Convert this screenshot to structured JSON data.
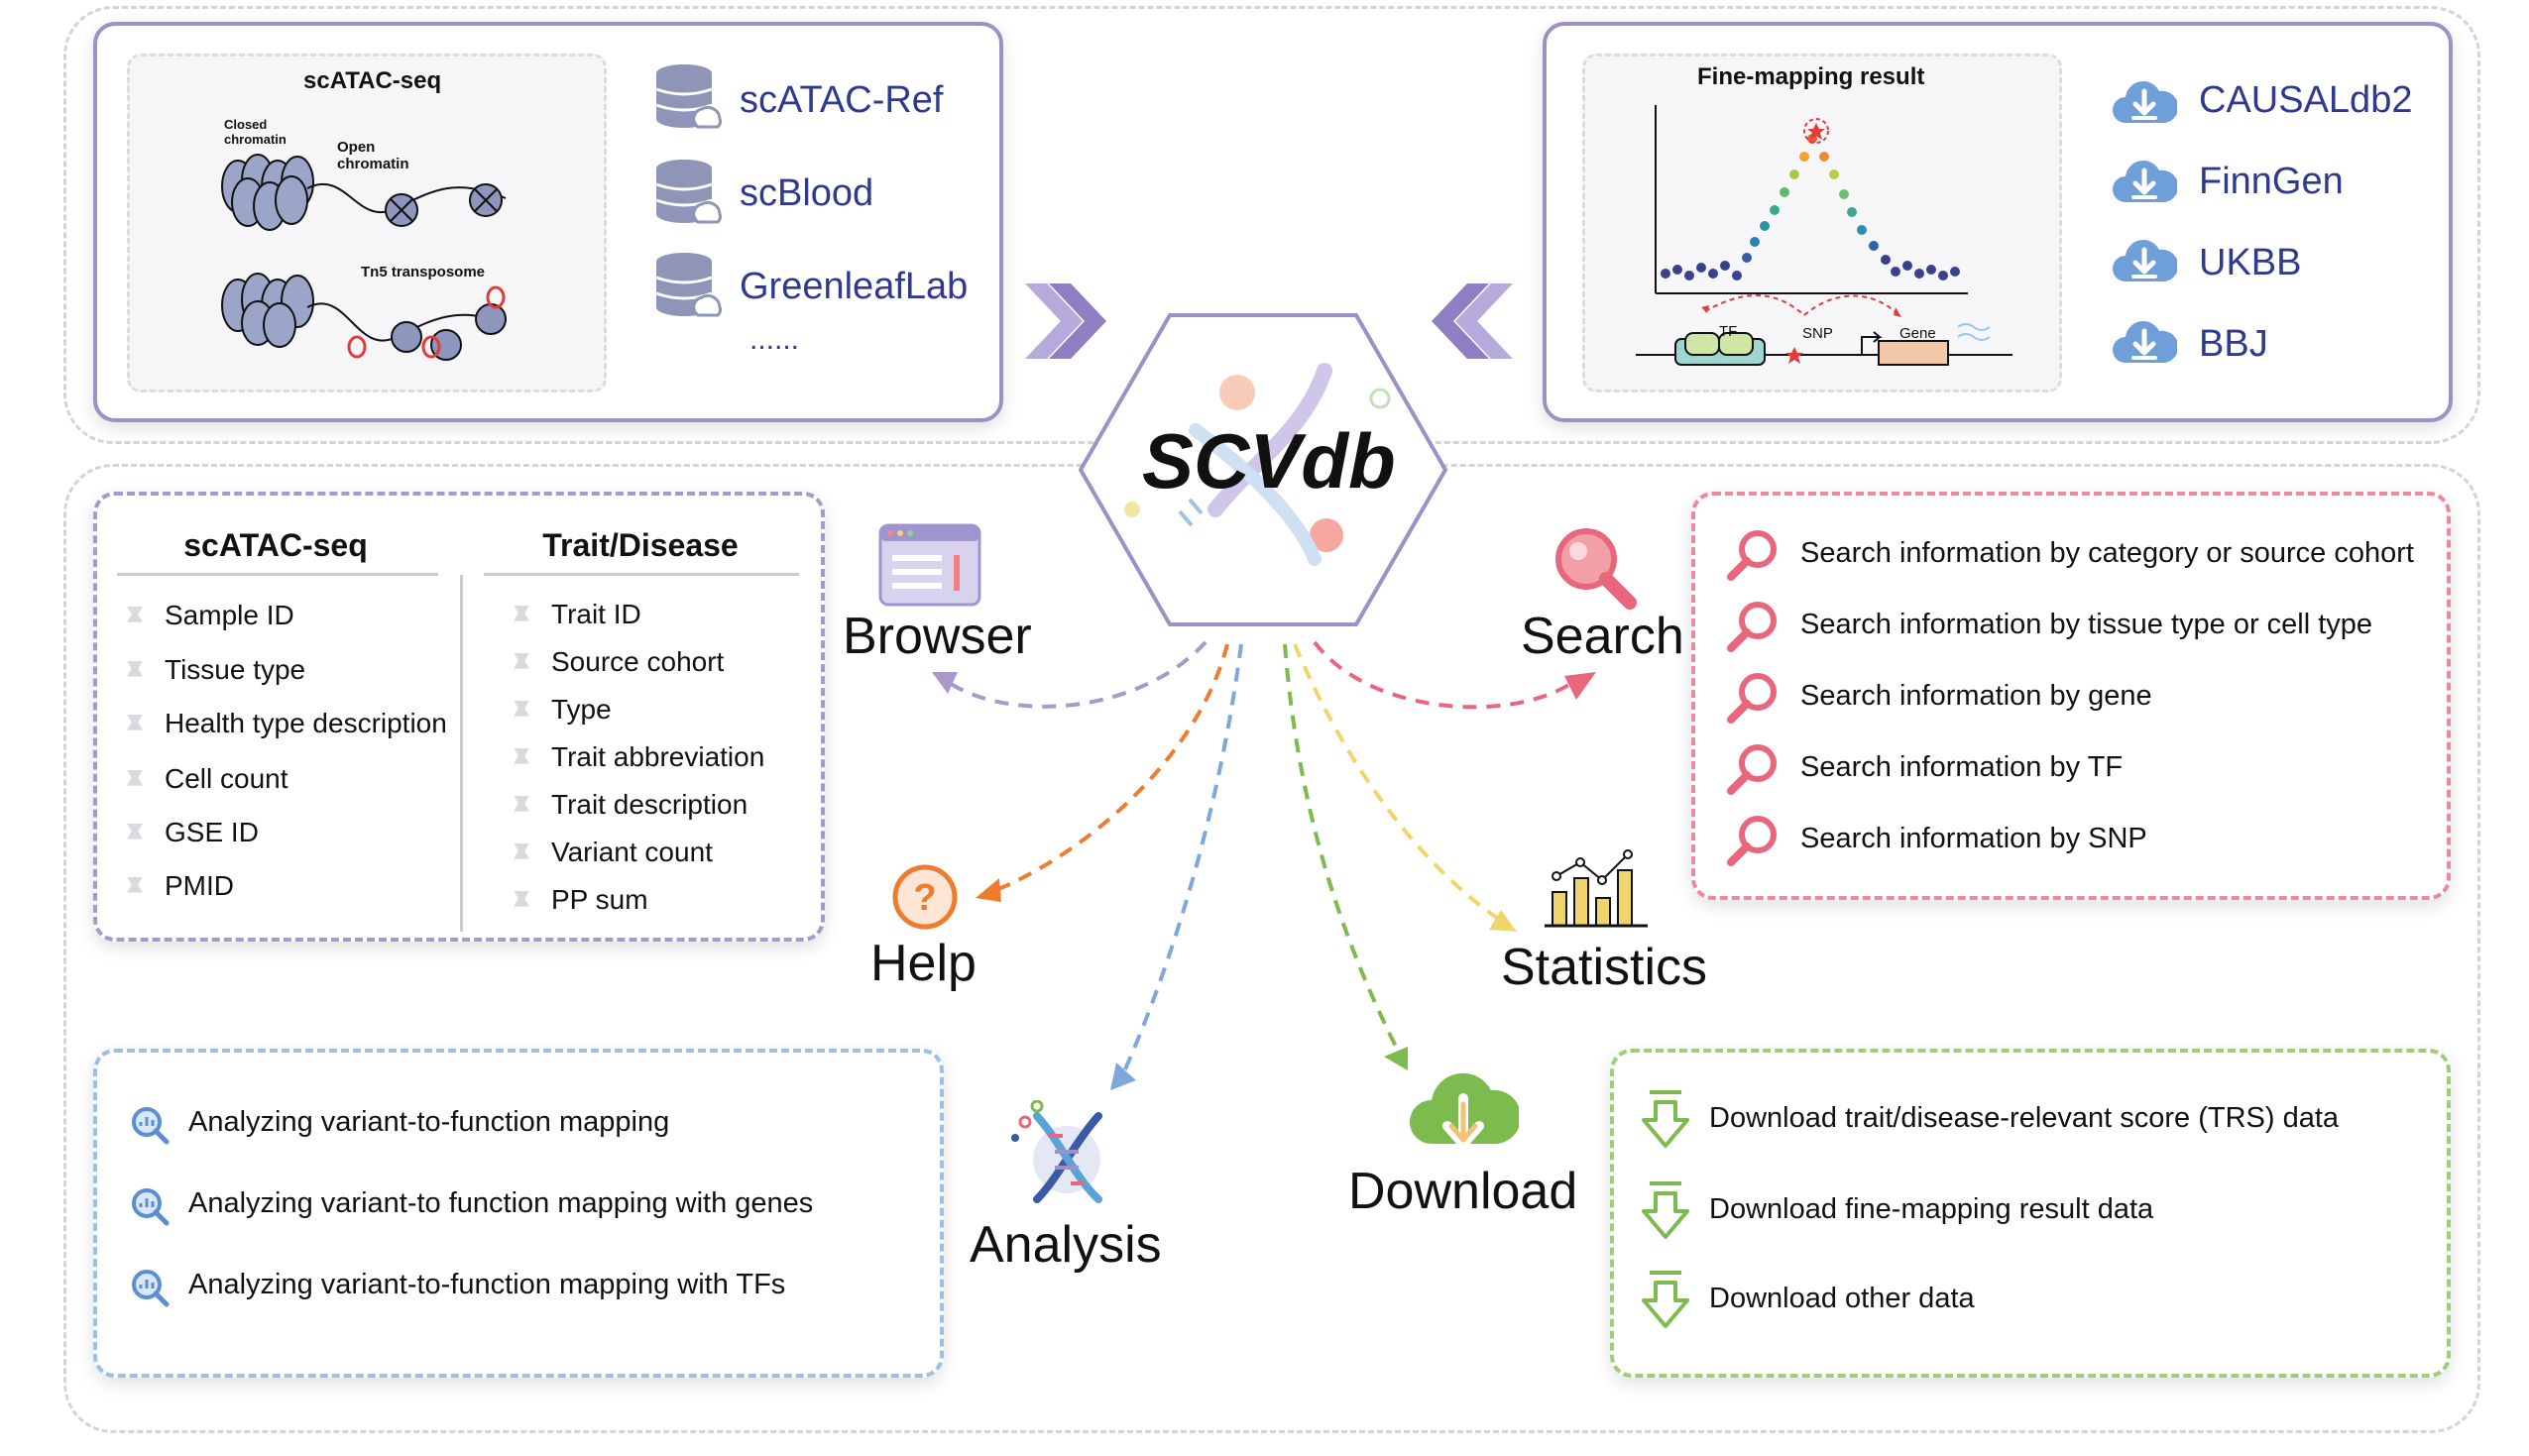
{
  "top_left": {
    "illustration_title": "scATAC-seq",
    "closed_label": "Closed chromatin",
    "open_label": "Open chromatin",
    "tn5_label": "Tn5 transposome",
    "sources": [
      "scATAC-Ref",
      "scBlood",
      "GreenleafLab"
    ],
    "more": "......"
  },
  "top_right": {
    "illustration_title": "Fine-mapping result",
    "tf_label": "TF",
    "snp_label": "SNP",
    "gene_label": "Gene",
    "sources": [
      "CAUSALdb2",
      "FinnGen",
      "UKBB",
      "BBJ"
    ]
  },
  "center": {
    "title": "SCVdb"
  },
  "browser_box": {
    "scatac_header": "scATAC-seq",
    "scatac_items": [
      "Sample ID",
      "Tissue type",
      "Health type description",
      "Cell count",
      "GSE ID",
      "PMID"
    ],
    "trait_header": "Trait/Disease",
    "trait_items": [
      "Trait ID",
      "Source cohort",
      "Type",
      "Trait abbreviation",
      "Trait description",
      "Variant count",
      "PP sum"
    ]
  },
  "modules": {
    "browser": "Browser",
    "search": "Search",
    "help": "Help",
    "statistics": "Statistics",
    "analysis": "Analysis",
    "download": "Download"
  },
  "search_box": {
    "items": [
      "Search information by category or source cohort",
      "Search information by tissue type or cell type",
      "Search information by gene",
      "Search information by TF",
      "Search information by SNP"
    ]
  },
  "analysis_box": {
    "items": [
      "Analyzing variant-to-function mapping",
      "Analyzing variant-to function mapping with genes",
      "Analyzing variant-to-function mapping with TFs"
    ]
  },
  "download_box": {
    "items": [
      "Download trait/disease-relevant score (TRS) data",
      "Download fine-mapping result data",
      "Download other data"
    ]
  },
  "colors": {
    "purple": "#9e8fc6",
    "pink": "#e8677d",
    "blue": "#7fa7dc",
    "green": "#7dbb4f",
    "orange": "#ee7b2e",
    "yellow": "#f0d66a",
    "source_blue": "#2f3a8f"
  }
}
